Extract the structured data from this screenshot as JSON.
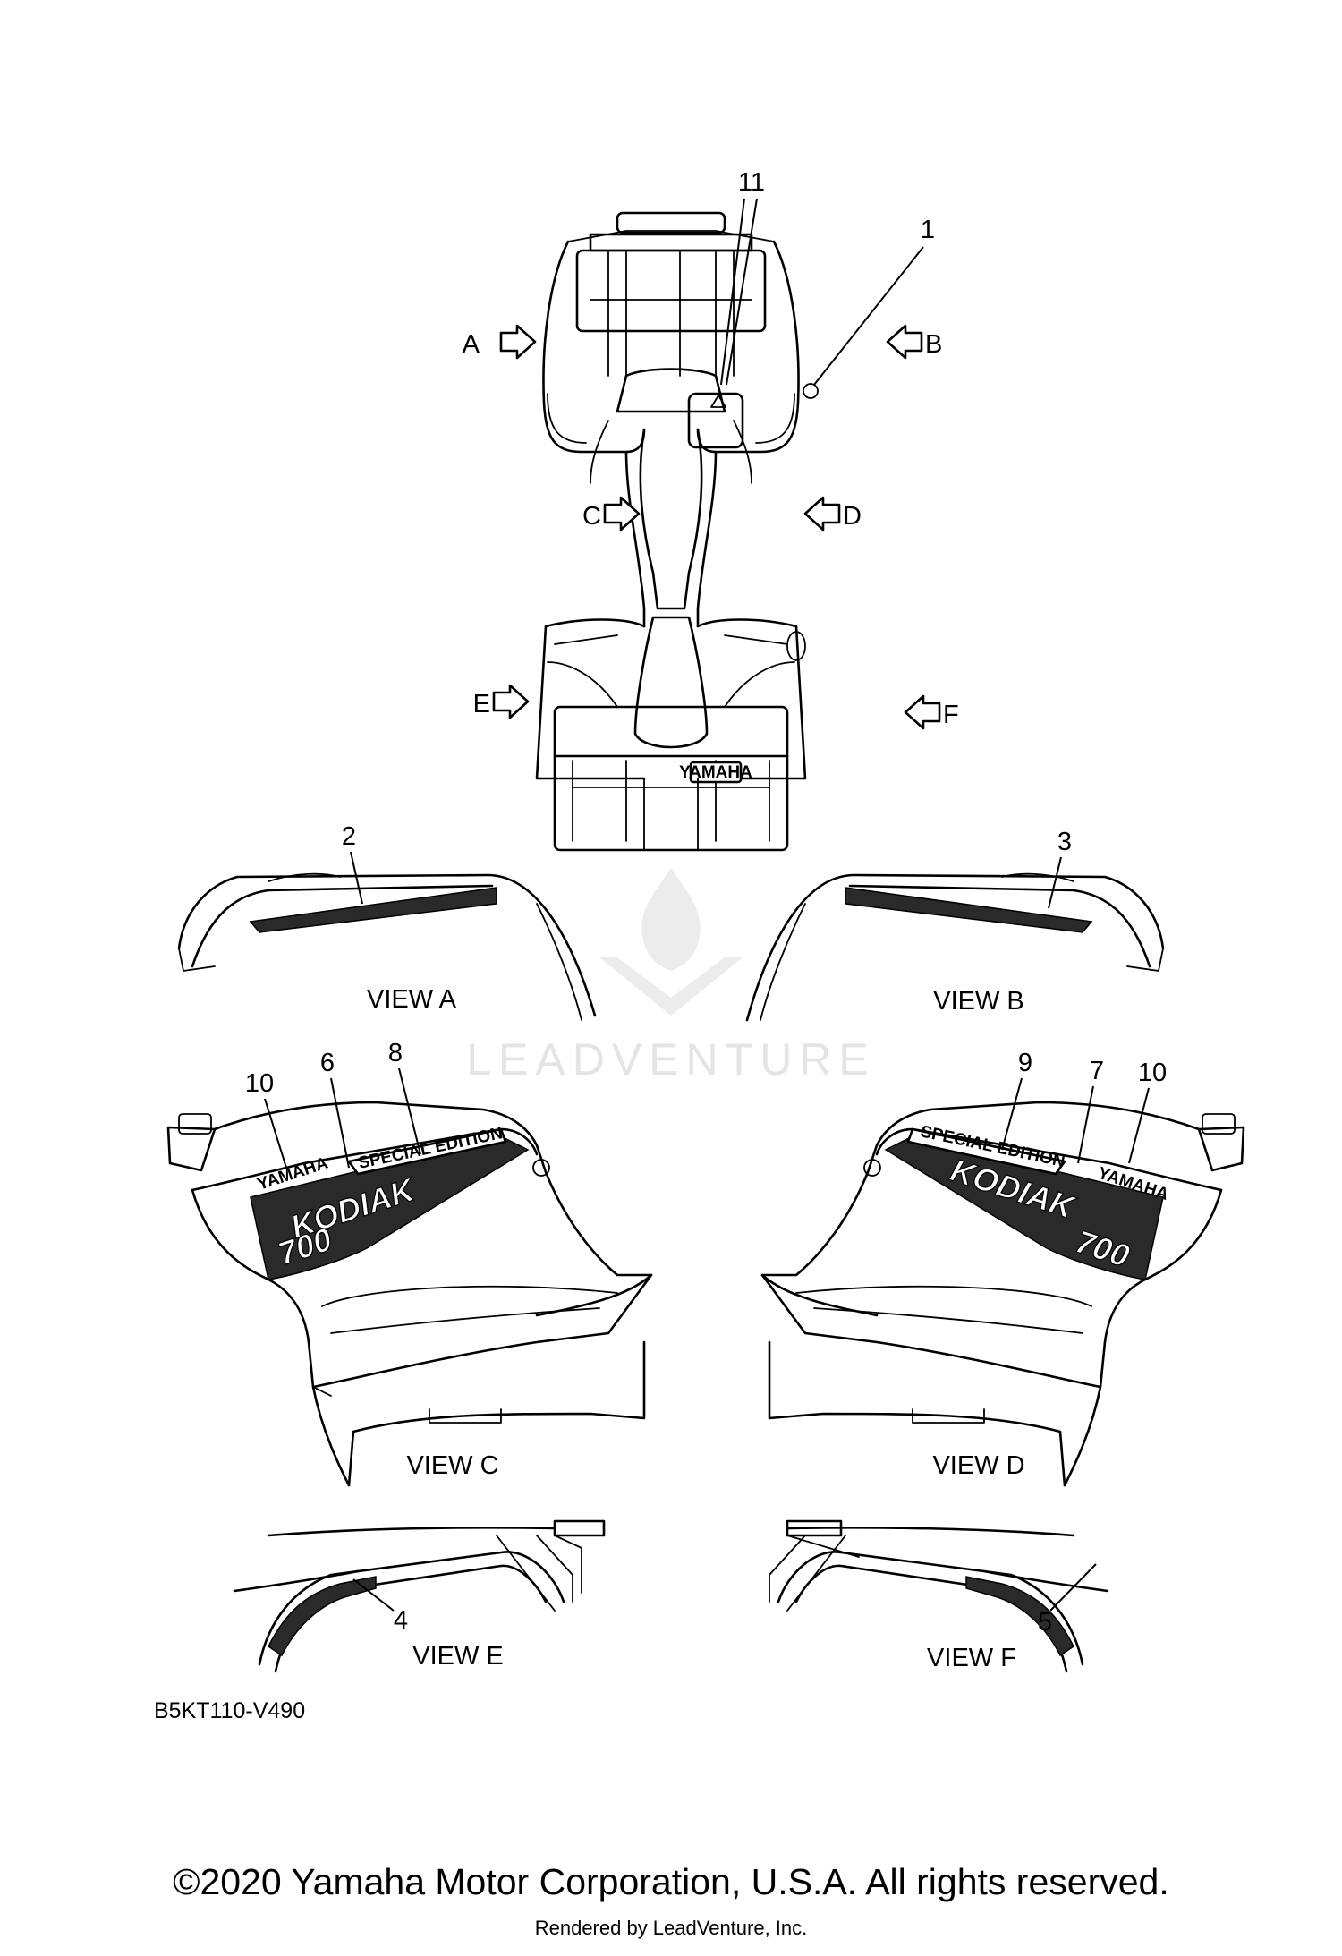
{
  "callouts": {
    "c1": "1",
    "c2": "2",
    "c3": "3",
    "c4": "4",
    "c5": "5",
    "c6": "6",
    "c7": "7",
    "c8": "8",
    "c9": "9",
    "c10a": "10",
    "c10b": "10",
    "c11": "11"
  },
  "arrows": {
    "a": "A",
    "b": "B",
    "c": "C",
    "d": "D",
    "e": "E",
    "f": "F"
  },
  "views": {
    "a": "VIEW A",
    "b": "VIEW B",
    "c": "VIEW C",
    "d": "VIEW D",
    "e": "VIEW E",
    "f": "VIEW F"
  },
  "decals": {
    "yamaha_left": "YAMAHA",
    "yamaha_right": "YAMAHA",
    "kodiak_left": "KODIAK",
    "kodiak_right": "KODIAK",
    "model_left": "700",
    "model_right": "700",
    "special_left": "SPECIAL EDITION",
    "special_right": "SPECIAL EDITION",
    "rack_badge": "YAMAHA"
  },
  "diagram_code": "B5KT110-V490",
  "watermark": "LEADVENTURE",
  "copyright": "©2020 Yamaha Motor Corporation, U.S.A. All rights reserved.",
  "rendered_by": "Rendered by LeadVenture, Inc."
}
